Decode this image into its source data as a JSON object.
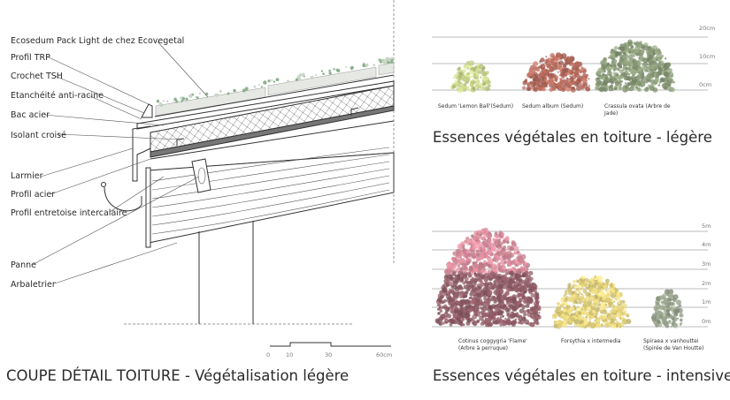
{
  "section_drawing": {
    "title": "COUPE DÉTAIL TOITURE - Végétalisation légère",
    "labels": [
      "Ecosedum Pack Light de chez Ecovegetal",
      "Profil TRP",
      "Crochet TSH",
      "Etanchéité anti-racine",
      "Bac acier",
      "Isolant croisé",
      "Larmier",
      "Profil acier",
      "Profil entretoise intercalaire",
      "Panne",
      "Arbaletrier"
    ],
    "scale_bar": {
      "ticks": [
        "0",
        "10",
        "30",
        "60cm"
      ]
    }
  },
  "light_panel": {
    "title": "Essences végétales en toiture - légère",
    "height_ticks": [
      "20cm",
      "10cm",
      "0cm"
    ],
    "plants": [
      {
        "name": "Sedum 'Lemon Ball'(Sedum)",
        "color": "#c9d48a"
      },
      {
        "name": "Sedum album (Sedum)",
        "color": "#b86a5c"
      },
      {
        "name_line1": "Crassula ovata (Arbre de",
        "name_line2": "Jade)",
        "color": "#8a9c78"
      }
    ]
  },
  "intensive_panel": {
    "title": "Essences végétales en toiture - intensive",
    "height_ticks": [
      "5m",
      "4m",
      "3m",
      "2m",
      "1m",
      "0m"
    ],
    "plants": [
      {
        "name_line1": "Cotinus coggygria 'Flame'",
        "name_line2": "(Arbre à perruque)",
        "color": "#d98a9a"
      },
      {
        "name_line1": "Forsythia x intermedia",
        "color": "#e3d27a"
      },
      {
        "name_line1": "Spiraea x vanhouttei",
        "name_line2": "(Spirée de Van Houtte)",
        "color": "#9aa58e"
      }
    ]
  }
}
